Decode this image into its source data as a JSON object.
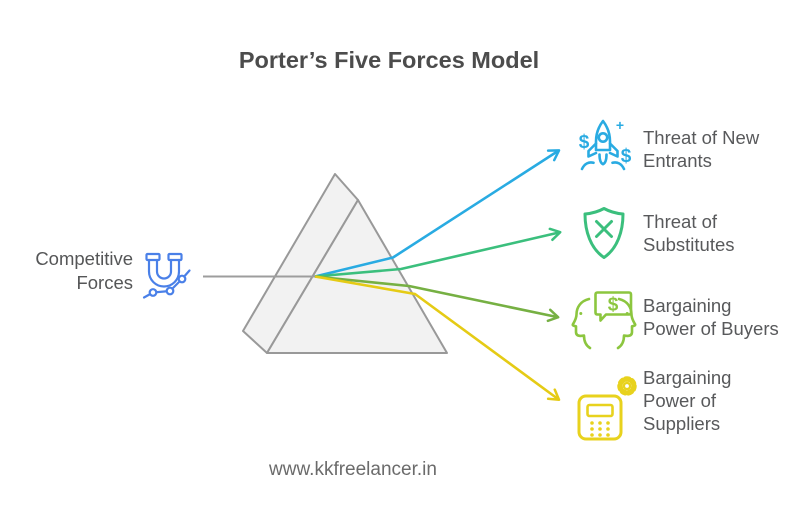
{
  "page": {
    "title": "Porter’s Five Forces Model",
    "footer": "www.kkfreelancer.in"
  },
  "source": {
    "label": "Competitive Forces",
    "lines": [
      "Competitive",
      "Forces"
    ],
    "icon": "magnet-chart-icon",
    "icon_color": "#4a80e8"
  },
  "forces": [
    {
      "label": "Threat of New Entrants",
      "lines": [
        "Threat of New",
        "Entrants"
      ],
      "icon": "rocket-dollars-icon",
      "color": "#29abe2"
    },
    {
      "label": "Threat of Substitutes",
      "lines": [
        "Threat of",
        "Substitutes"
      ],
      "icon": "shield-x-icon",
      "color": "#3bbf7d"
    },
    {
      "label": "Bargaining Power of Buyers",
      "lines": [
        "Bargaining",
        "Power of Buyers"
      ],
      "icon": "negotiation-faces-icon",
      "color": "#8cc63f"
    },
    {
      "label": "Bargaining Power of Suppliers",
      "lines": [
        "Bargaining",
        "Power of",
        "Suppliers"
      ],
      "icon": "calculator-gear-icon",
      "color": "#e8d21d"
    }
  ],
  "glyphs": {
    "dollar": "$",
    "plus": "+"
  },
  "colors": {
    "ray_blue": "#29abe2",
    "ray_green": "#3bbf7d",
    "ray_olive": "#76b043",
    "ray_yellow": "#e5cb15",
    "prism_fill": "#f2f2f2",
    "prism_stroke": "#999999",
    "beam_gray": "#9d9d9d",
    "title_text": "#4c4c4c",
    "label_text": "#58595b",
    "footer_text": "#6b6b6b"
  }
}
